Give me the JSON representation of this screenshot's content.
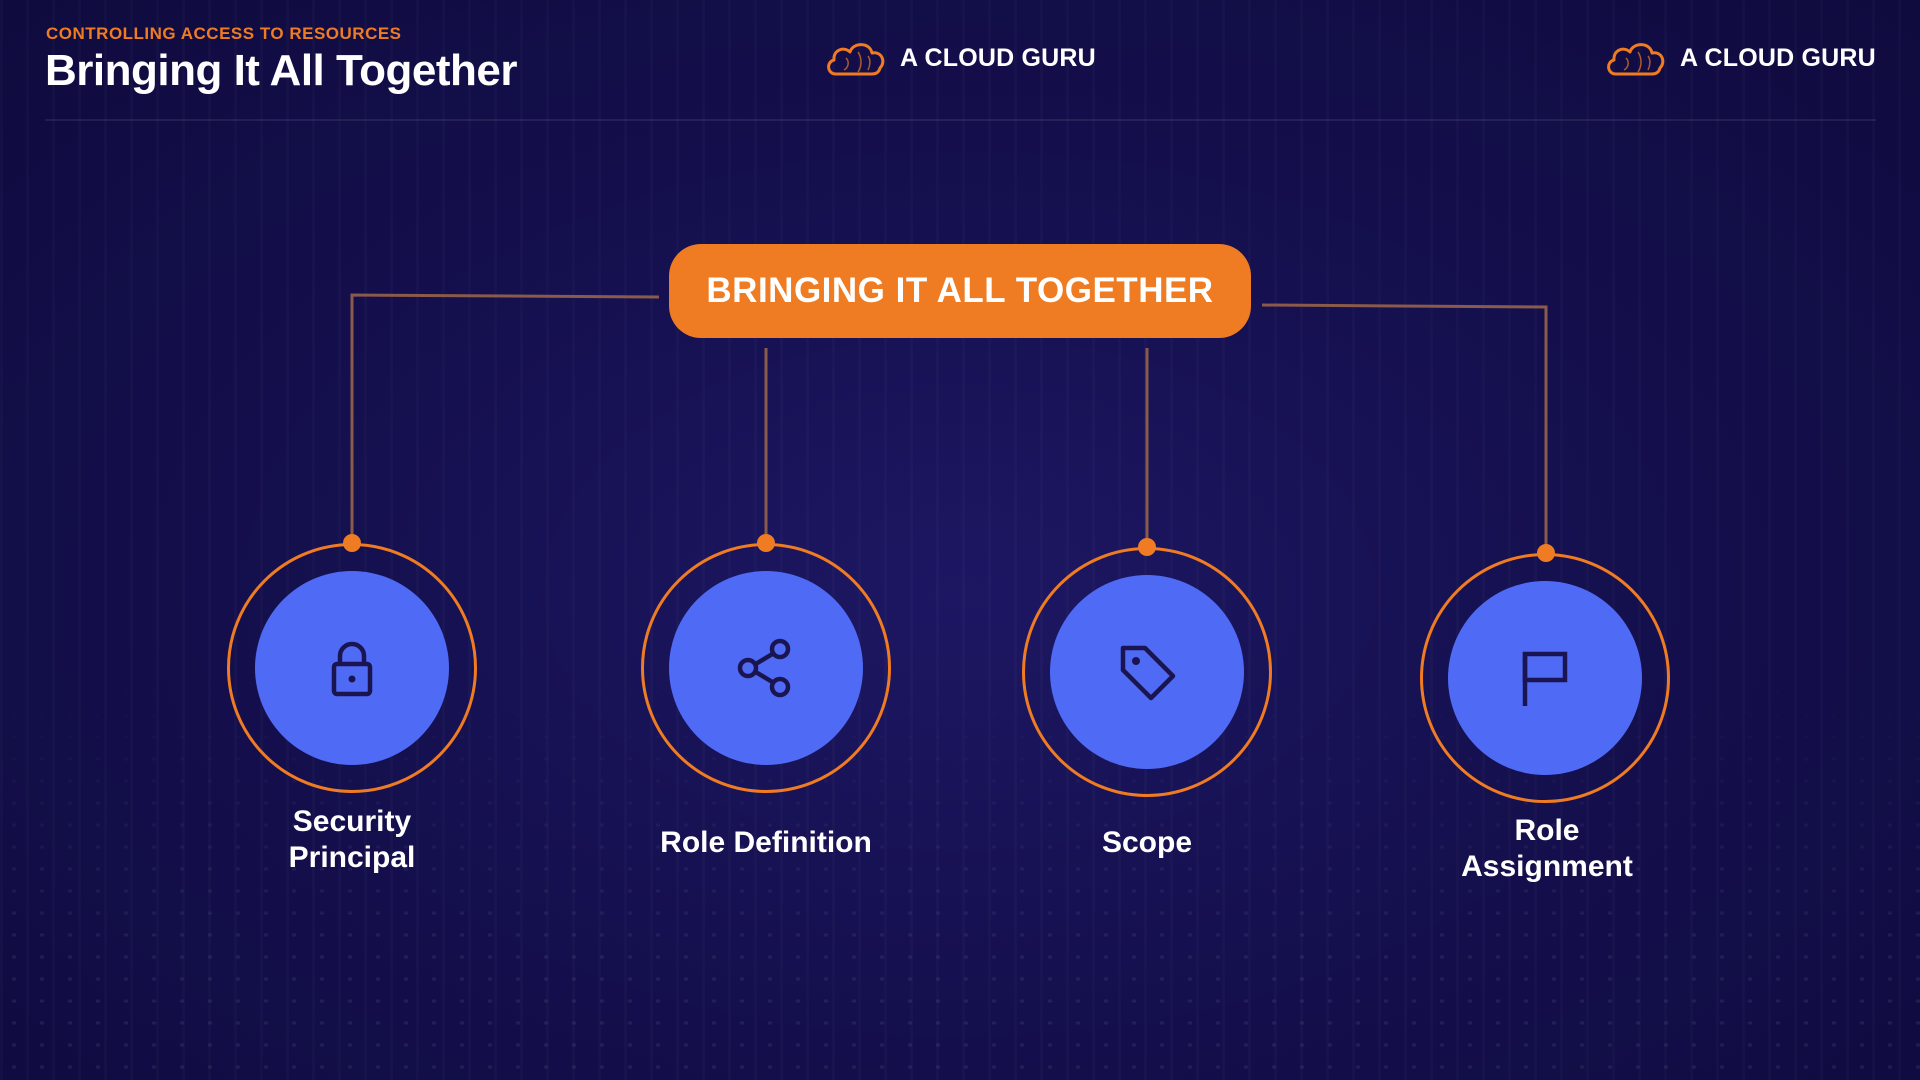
{
  "header": {
    "subtitle": "CONTROLLING ACCESS TO RESOURCES",
    "title": "Bringing It All Together"
  },
  "brand": {
    "text": "A CLOUD GURU",
    "icon": "cloud-logo-icon",
    "color": "#ef7b22"
  },
  "diagram": {
    "center_label": "BRINGING IT ALL TOGETHER",
    "nodes": [
      {
        "label_line1": "Security",
        "label_line2": "Principal",
        "icon": "lock-icon"
      },
      {
        "label_line1": "Role Definition",
        "label_line2": "",
        "icon": "share-icon"
      },
      {
        "label_line1": "Scope",
        "label_line2": "",
        "icon": "tag-icon"
      },
      {
        "label_line1": "Role",
        "label_line2": "Assignment",
        "icon": "flag-icon"
      }
    ]
  },
  "colors": {
    "accent": "#ef7b22",
    "node_fill": "#4f6bf5",
    "background": "#15104f",
    "icon_stroke": "#1a1550"
  }
}
